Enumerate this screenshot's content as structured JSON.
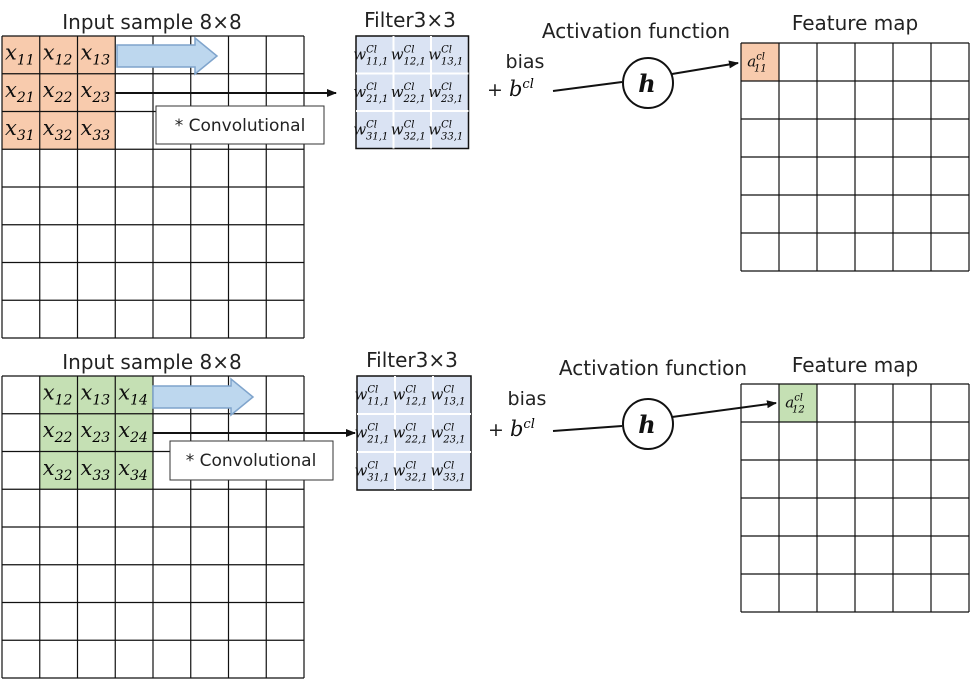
{
  "panels": [
    {
      "input_label": "Input sample 8×8",
      "filter_label": "Filter3×3",
      "activation_label": "Activation function",
      "feature_label": "Feature map",
      "bias_label": "bias",
      "bias_term": {
        "prefix": "+ ",
        "base": "b",
        "sup": "cl"
      },
      "conv_label": "* Convolutional",
      "activation_symbol": "h",
      "input_highlight": {
        "color": "#f8cbad",
        "cells": [
          {
            "base": "x",
            "sub": "11"
          },
          {
            "base": "x",
            "sub": "12"
          },
          {
            "base": "x",
            "sub": "13"
          },
          {
            "base": "x",
            "sub": "21"
          },
          {
            "base": "x",
            "sub": "22"
          },
          {
            "base": "x",
            "sub": "23"
          },
          {
            "base": "x",
            "sub": "31"
          },
          {
            "base": "x",
            "sub": "32"
          },
          {
            "base": "x",
            "sub": "33"
          }
        ]
      },
      "filter": {
        "color": "#dae3f3",
        "cells": [
          {
            "base": "w",
            "sub": "11,1",
            "sup": "Cl"
          },
          {
            "base": "w",
            "sub": "12,1",
            "sup": "Cl"
          },
          {
            "base": "w",
            "sub": "13,1",
            "sup": "Cl"
          },
          {
            "base": "w",
            "sub": "21,1",
            "sup": "Cl"
          },
          {
            "base": "w",
            "sub": "22,1",
            "sup": "Cl"
          },
          {
            "base": "w",
            "sub": "23,1",
            "sup": "Cl"
          },
          {
            "base": "w",
            "sub": "31,1",
            "sup": "Cl"
          },
          {
            "base": "w",
            "sub": "32,1",
            "sup": "Cl"
          },
          {
            "base": "w",
            "sub": "33,1",
            "sup": "Cl"
          }
        ]
      },
      "output_cell": {
        "base": "a",
        "sub": "11",
        "sup": "cl",
        "color": "#f8cbad"
      }
    },
    {
      "input_label": "Input sample 8×8",
      "filter_label": "Filter3×3",
      "activation_label": "Activation function",
      "feature_label": "Feature map",
      "bias_label": "bias",
      "bias_term": {
        "prefix": "+ ",
        "base": "b",
        "sup": "cl"
      },
      "conv_label": "* Convolutional",
      "activation_symbol": "h",
      "input_highlight": {
        "color": "#c5e0b4",
        "cells": [
          {
            "base": "x",
            "sub": "12"
          },
          {
            "base": "x",
            "sub": "13"
          },
          {
            "base": "x",
            "sub": "14"
          },
          {
            "base": "x",
            "sub": "22"
          },
          {
            "base": "x",
            "sub": "23"
          },
          {
            "base": "x",
            "sub": "24"
          },
          {
            "base": "x",
            "sub": "32"
          },
          {
            "base": "x",
            "sub": "33"
          },
          {
            "base": "x",
            "sub": "34"
          }
        ]
      },
      "filter": {
        "color": "#dae3f3",
        "cells": [
          {
            "base": "w",
            "sub": "11,1",
            "sup": "Cl"
          },
          {
            "base": "w",
            "sub": "12,1",
            "sup": "Cl"
          },
          {
            "base": "w",
            "sub": "13,1",
            "sup": "Cl"
          },
          {
            "base": "w",
            "sub": "21,1",
            "sup": "Cl"
          },
          {
            "base": "w",
            "sub": "22,1",
            "sup": "Cl"
          },
          {
            "base": "w",
            "sub": "23,1",
            "sup": "Cl"
          },
          {
            "base": "w",
            "sub": "31,1",
            "sup": "Cl"
          },
          {
            "base": "w",
            "sub": "32,1",
            "sup": "Cl"
          },
          {
            "base": "w",
            "sub": "33,1",
            "sup": "Cl"
          }
        ]
      },
      "output_cell": {
        "base": "a",
        "sub": "12",
        "sup": "cl",
        "color": "#c5e0b4"
      }
    }
  ],
  "colors": {
    "grid_line": "#111111",
    "arrow_fill": "#bdd7ee",
    "arrow_stroke": "#7fa4cc",
    "filter_border": "#111111"
  }
}
